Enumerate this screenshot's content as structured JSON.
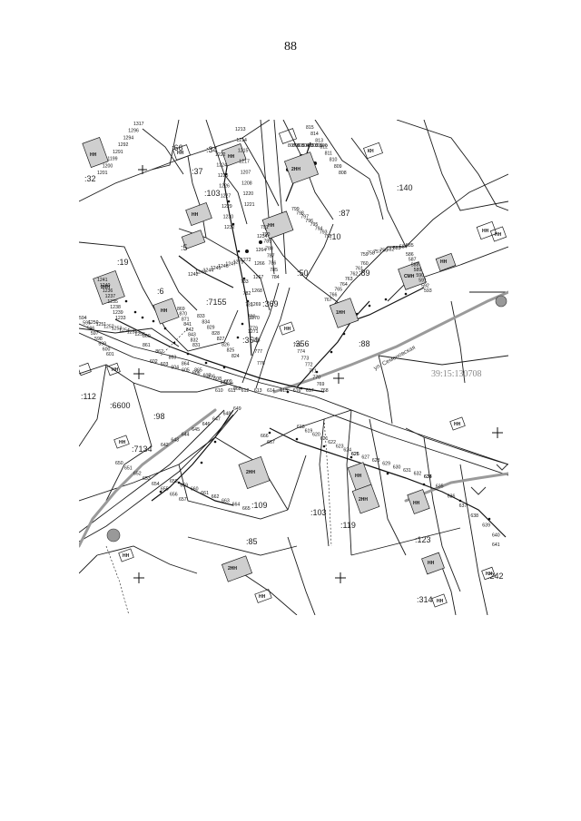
{
  "page": {
    "number": "88"
  },
  "map": {
    "cadastral_block": "39:15:130708",
    "street": "ул. Семеновская",
    "parcels": [
      ":66",
      ":34",
      ":37",
      ":32",
      ":103",
      ":87",
      ":140",
      ":10",
      ":5",
      ":19",
      ":6",
      ":50",
      ":89",
      ":7155",
      ":369",
      ":354",
      ":356",
      ":88",
      ":112",
      ":6600",
      ":98",
      ":7134",
      ":109",
      ":103",
      ":119",
      ":123",
      ":85",
      ":242",
      ":314"
    ],
    "building_labels": [
      "НН",
      "НН",
      "2НН",
      "НН",
      "СМН",
      "2НН",
      "НН",
      "1НН",
      "НН",
      "НН",
      "КН",
      "НН",
      "2НН",
      "НН",
      "2НН",
      "НН",
      "НН",
      "НН",
      "НН",
      "НН",
      "НН",
      "НН",
      "НН",
      "НН",
      "НН",
      "2НН",
      "НН",
      "НН"
    ],
    "point_labels": [
      "1317",
      "1296",
      "1294",
      "1292",
      "1291",
      "1199",
      "1200",
      "1201",
      "1213",
      "1214",
      "1215",
      "1217",
      "1207",
      "1208",
      "1220",
      "1221",
      "1222",
      "1224",
      "1225",
      "1226",
      "1227",
      "1229",
      "1230",
      "1232",
      "1234",
      "1264",
      "1266",
      "1267",
      "1268",
      "1269",
      "1270",
      "1271",
      "1272",
      "1273",
      "1247",
      "1246",
      "1245",
      "1244",
      "1243",
      "1242",
      "1241",
      "1240",
      "1236",
      "1237",
      "1235",
      "1238",
      "1239",
      "1233",
      "1250",
      "1251",
      "1252",
      "1253",
      "1254",
      "1255",
      "1256",
      "860",
      "861",
      "862",
      "863",
      "864",
      "865",
      "866",
      "867",
      "868",
      "869",
      "870",
      "871",
      "841",
      "842",
      "843",
      "832",
      "831",
      "833",
      "834",
      "829",
      "828",
      "827",
      "826",
      "825",
      "824",
      "815",
      "814",
      "813",
      "812",
      "811",
      "810",
      "809",
      "808",
      "807",
      "806",
      "805",
      "804",
      "803",
      "802",
      "801",
      "800",
      "799",
      "798",
      "797",
      "796",
      "795",
      "794",
      "793",
      "792",
      "791",
      "790",
      "789",
      "788",
      "787",
      "786",
      "785",
      "784",
      "783",
      "782",
      "781",
      "780",
      "779",
      "778",
      "777",
      "776",
      "775",
      "774",
      "773",
      "772",
      "771",
      "770",
      "769",
      "768",
      "767",
      "766",
      "765",
      "764",
      "763",
      "762",
      "761",
      "760",
      "759",
      "758",
      "757",
      "756",
      "582",
      "583",
      "584",
      "585",
      "586",
      "587",
      "588",
      "589",
      "590",
      "591",
      "592",
      "593",
      "594",
      "595",
      "596",
      "597",
      "598",
      "599",
      "600",
      "601",
      "602",
      "603",
      "604",
      "605",
      "606",
      "607",
      "608",
      "609",
      "610",
      "611",
      "612",
      "613",
      "614",
      "615",
      "616",
      "617",
      "618",
      "619",
      "620",
      "621",
      "622",
      "623",
      "624",
      "625",
      "626",
      "627",
      "628",
      "629",
      "630",
      "631",
      "632",
      "633",
      "634",
      "635",
      "636",
      "637",
      "638",
      "639",
      "640",
      "641",
      "642",
      "643",
      "644",
      "645",
      "646",
      "647",
      "648",
      "649",
      "650",
      "651",
      "652",
      "653",
      "654",
      "655",
      "656",
      "657",
      "658",
      "659",
      "660",
      "661",
      "662",
      "663",
      "664",
      "665",
      "666",
      "667"
    ]
  },
  "colors": {
    "line": "#1a1a1a",
    "road": "#9a9a9a",
    "building_fill": "#cfcfcf",
    "cad_text": "#888888"
  }
}
